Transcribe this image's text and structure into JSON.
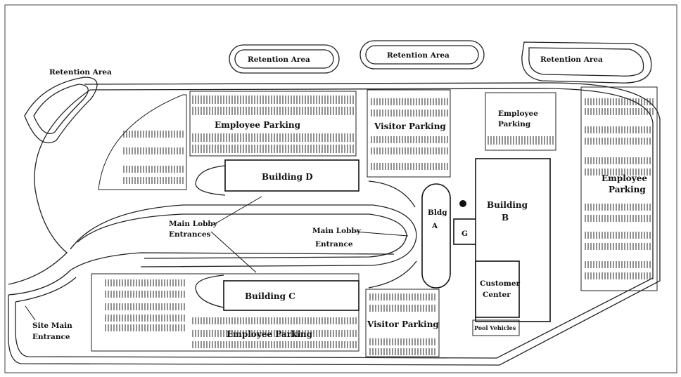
{
  "labels": {
    "retention_left": "Retention Area",
    "retention_top1": "Retention Area",
    "retention_top2": "Retention Area",
    "retention_top3": "Retention Area",
    "employee_parking_top": "Employee Parking",
    "visitor_parking_top": "Visitor Parking",
    "employee_parking_small_1": "Employee",
    "employee_parking_small_2": "Parking",
    "employee_parking_right_1": "Employee",
    "employee_parking_right_2": "Parking",
    "building_d": "Building D",
    "building_c": "Building C",
    "bldg_a_1": "Bldg",
    "bldg_a_2": "A",
    "bldg_a_g": "G",
    "building_b_1": "Building",
    "building_b_2": "B",
    "main_lobby_entrances_1": "Main Lobby",
    "main_lobby_entrances_2": "Entrances",
    "main_lobby_entrance_1": "Main Lobby",
    "main_lobby_entrance_2": "Entrance",
    "customer_center_1": "Customer",
    "customer_center_2": "Center",
    "pool_vehicles": "Pool Vehicles",
    "site_main_entrance_1": "Site Main",
    "site_main_entrance_2": "Entrance",
    "employee_parking_bottom": "Employee Parking",
    "visitor_parking_bottom": "Visitor Parking"
  }
}
